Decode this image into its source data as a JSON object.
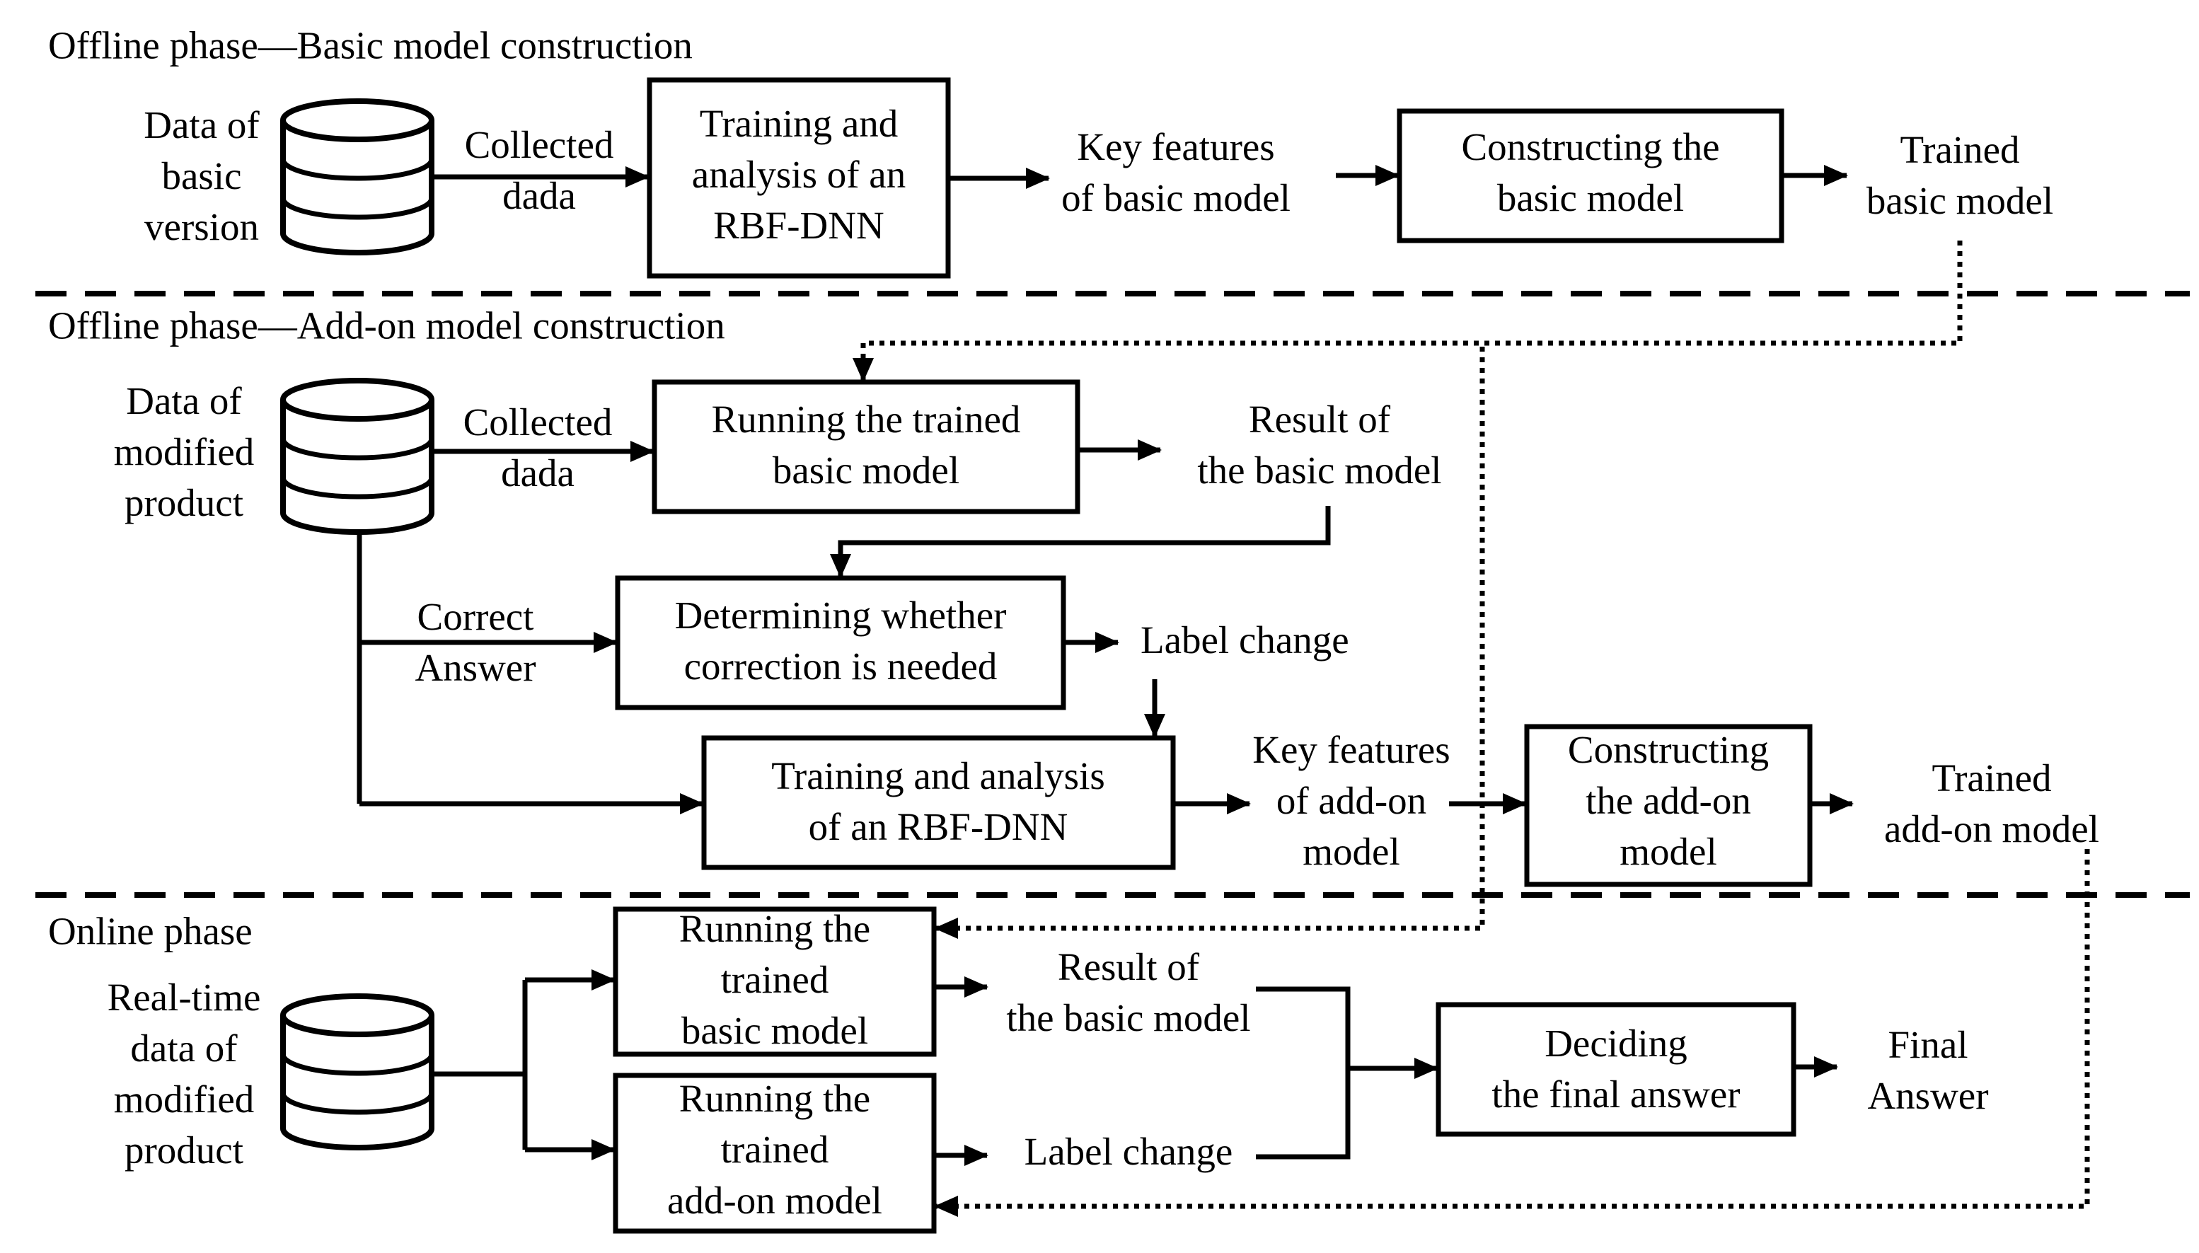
{
  "phases": {
    "basic": "Offline phase—Basic model construction",
    "addon": "Offline phase—Add-on model construction",
    "online": "Online phase"
  },
  "nodes": {
    "data_basic": [
      "Data of",
      "basic",
      "version"
    ],
    "collected_1": [
      "Collected",
      "dada"
    ],
    "training_1": [
      "Training and",
      "analysis of an",
      "RBF-DNN"
    ],
    "key_basic": [
      "Key features",
      "of basic model"
    ],
    "constructing_basic": [
      "Constructing the",
      "basic model"
    ],
    "trained_basic": [
      "Trained",
      "basic model"
    ],
    "data_modified": [
      "Data of",
      "modified",
      "product"
    ],
    "collected_2": [
      "Collected",
      "dada"
    ],
    "running_basic_1": [
      "Running the trained",
      "basic model"
    ],
    "result_basic_1": [
      "Result of",
      "the basic model"
    ],
    "correct_answer": [
      "Correct",
      "Answer"
    ],
    "determining": [
      "Determining whether",
      "correction is needed"
    ],
    "label_change_1": [
      "Label change"
    ],
    "training_2": [
      "Training and analysis",
      "of an RBF-DNN"
    ],
    "key_addon": [
      "Key features",
      "of add-on",
      "model"
    ],
    "constructing_addon": [
      "Constructing",
      "the add-on",
      "model"
    ],
    "trained_addon": [
      "Trained",
      "add-on model"
    ],
    "realtime_data": [
      "Real-time",
      "data of",
      "modified",
      "product"
    ],
    "running_basic_2": [
      "Running the",
      "trained",
      "basic model"
    ],
    "running_addon": [
      "Running the",
      "trained",
      "add-on model"
    ],
    "result_basic_2": [
      "Result of",
      "the basic model"
    ],
    "label_change_2": [
      "Label change"
    ],
    "deciding": [
      "Deciding",
      "the final answer"
    ],
    "final_answer": [
      "Final",
      "Answer"
    ]
  }
}
